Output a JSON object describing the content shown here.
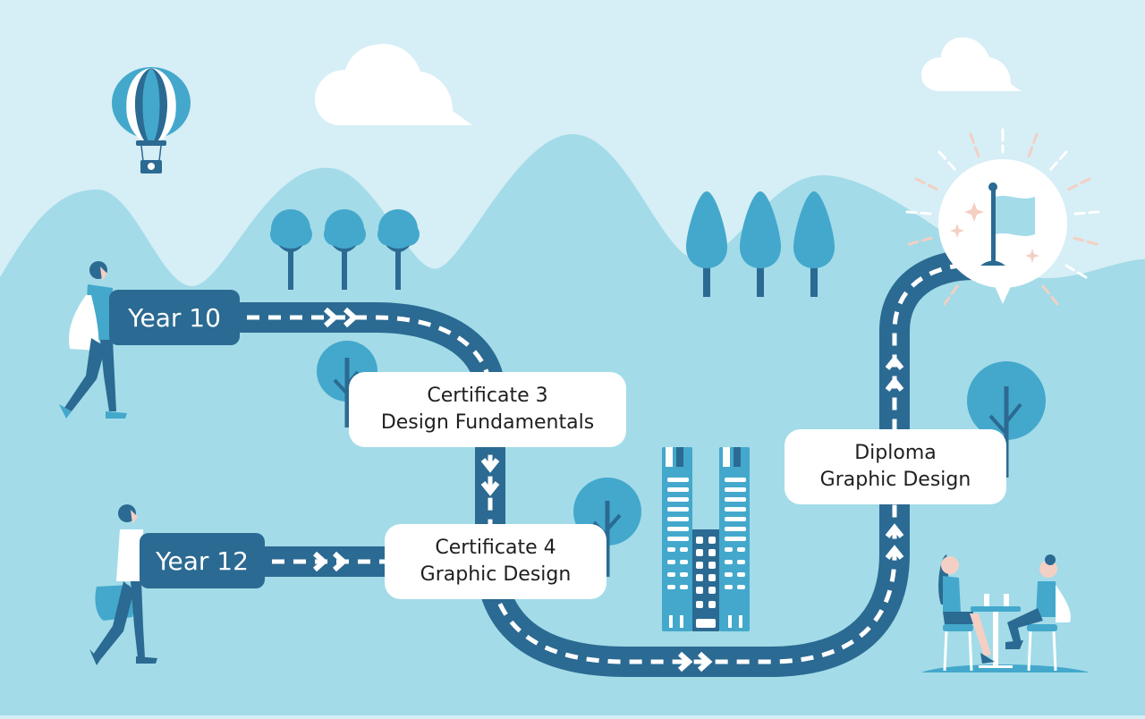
{
  "title": "Design education pathway",
  "colors": {
    "sky": "#d6eef5",
    "hills": "#a3dbe8",
    "road": "#2b6a92",
    "tree": "#43a8cc",
    "trunk": "#2b6a92",
    "label_bg": "#ffffff",
    "label_text": "#1f1f1f",
    "ray_pink": "#f4cfc4"
  },
  "start_points": [
    {
      "label": "Year 10"
    },
    {
      "label": "Year 12"
    }
  ],
  "milestones": [
    {
      "line1": "Certificate 3",
      "line2": "Design Fundamentals"
    },
    {
      "line1": "Certificate 4",
      "line2": "Graphic Design"
    },
    {
      "line1": "Diploma",
      "line2": "Graphic Design"
    }
  ],
  "icons": {
    "goal": "flag-icon",
    "balloon": "hot-air-balloon-icon",
    "building": "building-icon"
  }
}
